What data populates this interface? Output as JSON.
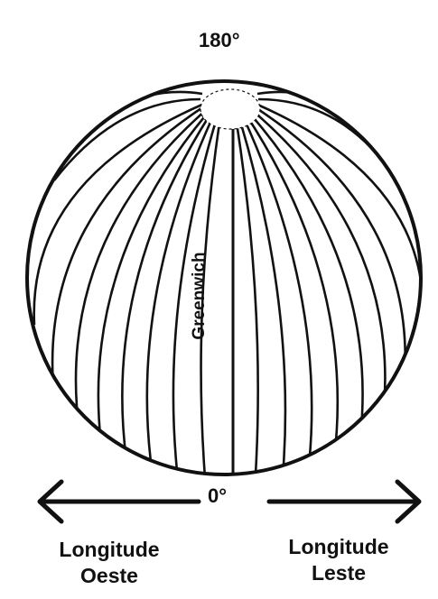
{
  "labels": {
    "top_meridian": "180°",
    "prime_meridian": "Greenwich",
    "bottom_degree": "0°",
    "west": {
      "line1": "Longitude",
      "line2": "Oeste"
    },
    "east": {
      "line1": "Longitude",
      "line2": "Leste"
    }
  },
  "colors": {
    "ink": "#111111",
    "background": "#ffffff"
  }
}
